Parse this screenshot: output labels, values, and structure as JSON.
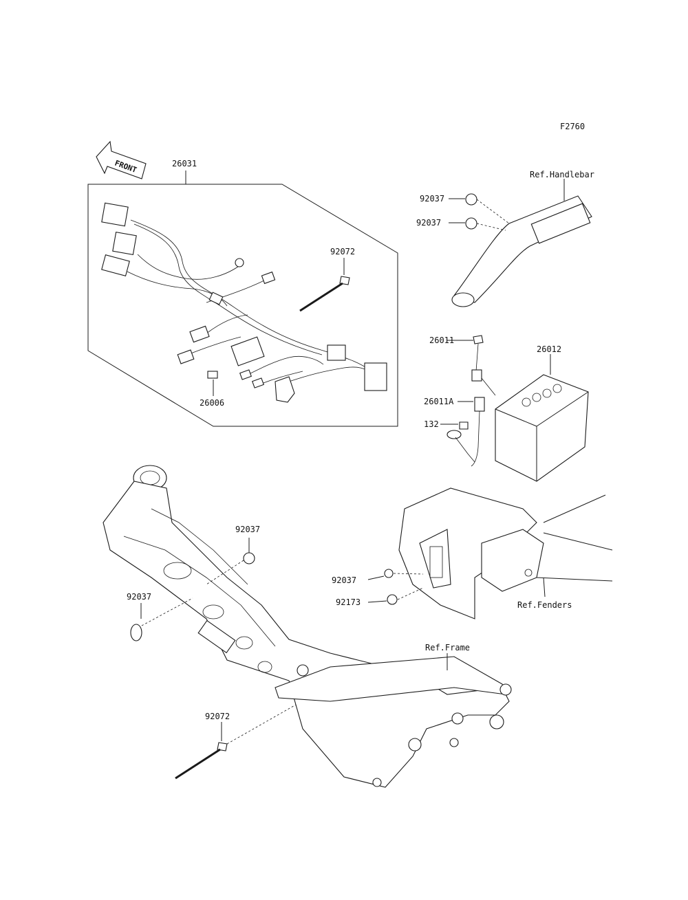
{
  "figure_code": "F2760",
  "front_arrow_label": "FRONT",
  "callouts": {
    "harness_main": "26031",
    "harness_tie": "92072",
    "harness_fuse": "26006",
    "handlebar_clamp_upper": "92037",
    "handlebar_clamp_lower": "92037",
    "handlebar_ref": "Ref.Handlebar",
    "battery_lead": "26011",
    "battery": "26012",
    "battery_lead_a": "26011A",
    "bolt": "132",
    "bracket_clamp": "92037",
    "bracket_clamp_2": "92173",
    "fenders_ref": "Ref.Fenders",
    "frame_clamp_upper": "92037",
    "frame_clamp_left": "92037",
    "frame_ref": "Ref.Frame",
    "frame_tie": "92072"
  }
}
